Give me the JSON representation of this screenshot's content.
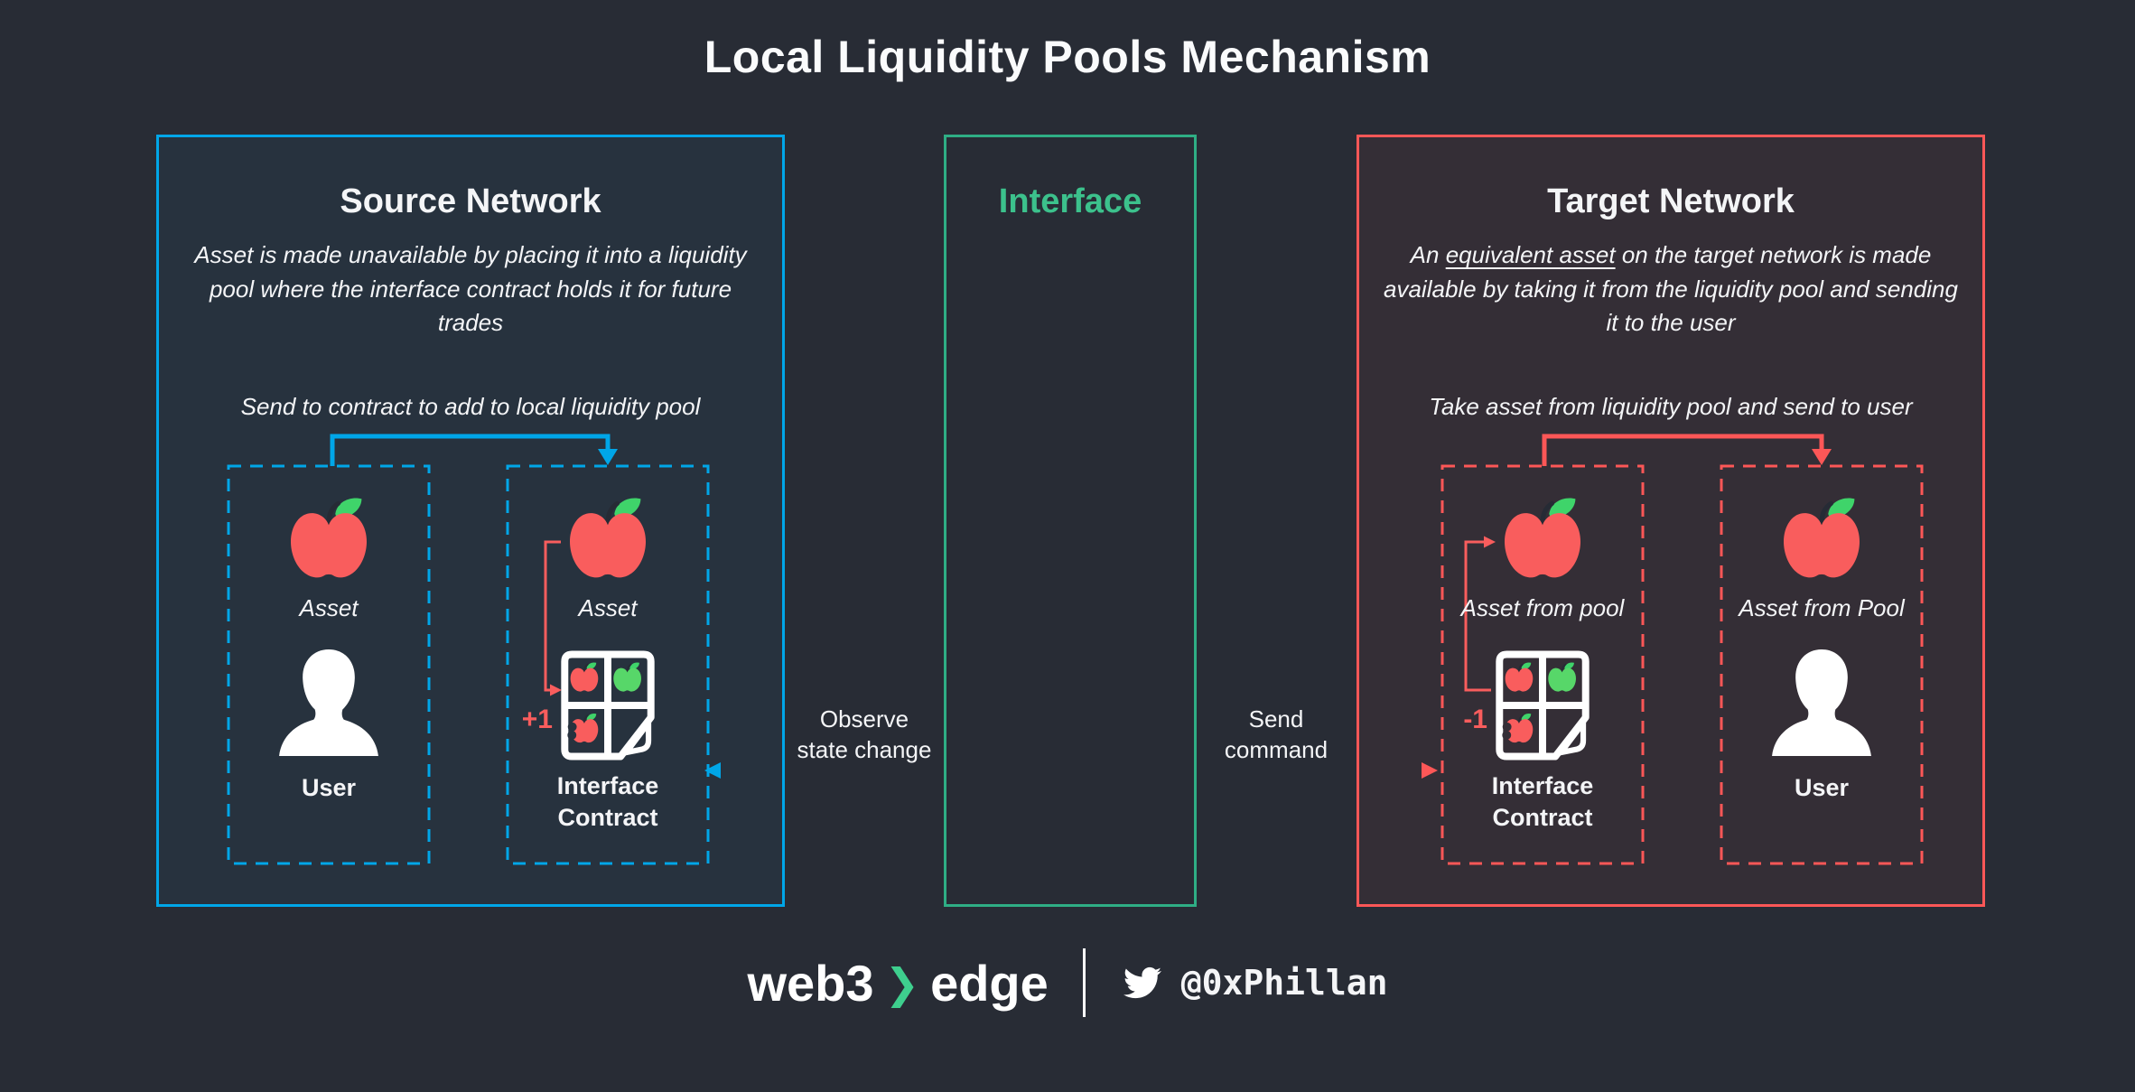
{
  "page": {
    "title": "Local Liquidity Pools Mechanism"
  },
  "colors": {
    "background": "#282c35",
    "source_accent": "#00a6e8",
    "interface_accent": "#2fae85",
    "target_accent": "#fd5757",
    "source_fill": "#27323e",
    "target_fill": "#342e36",
    "apple_red": "#f95d5d",
    "apple_green": "#57d769",
    "leaf_green": "#3fd46a",
    "text": "#f4f5f7"
  },
  "source_panel": {
    "title": "Source Network",
    "description": "Asset is made unavailable by placing it into a liquidity pool where the interface contract holds it for future trades",
    "hint": "Send to contract to add to local liquidity pool",
    "user_box": {
      "asset_icon": "apple-icon",
      "asset_label": "Asset",
      "user_icon": "person-icon",
      "user_label": "User"
    },
    "pool_box": {
      "asset_icon": "apple-icon",
      "asset_label": "Asset",
      "contract_icon": "document-pool-icon",
      "contract_label": "Interface Contract",
      "delta_label": "+1"
    }
  },
  "interface_panel": {
    "title": "Interface"
  },
  "target_panel": {
    "title": "Target Network",
    "description": {
      "prefix": "An ",
      "underlined": "equivalent asset",
      "suffix": " on the target network is made available by taking it from the liquidity pool and sending it to the user"
    },
    "hint": "Take asset from liquidity pool and send to user",
    "pool_box": {
      "asset_icon": "apple-icon",
      "asset_label": "Asset from pool",
      "contract_icon": "document-pool-icon",
      "contract_label": "Interface Contract",
      "delta_label": "-1"
    },
    "user_box": {
      "asset_icon": "apple-icon",
      "asset_label": "Asset from Pool",
      "user_icon": "person-icon",
      "user_label": "User"
    }
  },
  "arrows": {
    "observe": {
      "line1": "Observe",
      "line2": "state change"
    },
    "send": {
      "line1": "Send",
      "line2": "command"
    }
  },
  "footer": {
    "brand_left": "web3",
    "brand_chevron": "❯",
    "brand_chevron_icon": "chevron-right-icon",
    "brand_right": "edge",
    "twitter_icon": "twitter-bird-icon",
    "twitter_handle": "@0xPhillan"
  }
}
